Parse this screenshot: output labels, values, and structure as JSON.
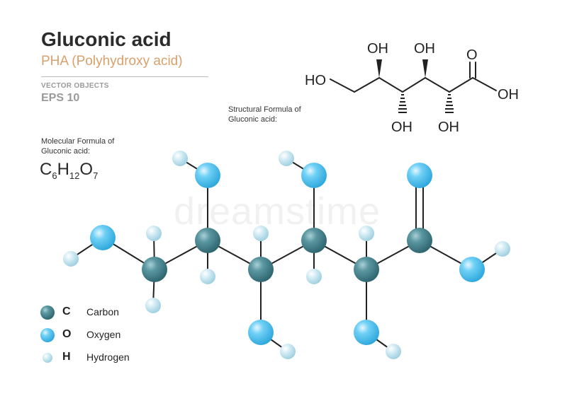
{
  "header": {
    "title": "Gluconic acid",
    "subtitle": "PHA  (Polyhydroxy acid)",
    "vector_label": "VECTOR OBJECTS",
    "eps_label": "EPS 10"
  },
  "structural": {
    "label_line1": "Structural  Formula of",
    "label_line2": "Gluconic acid:",
    "groups": {
      "ho_left": "HO",
      "oh_top1": "OH",
      "oh_top2": "OH",
      "o_top": "O",
      "oh_right": "OH",
      "oh_bot1": "OH",
      "oh_bot2": "OH"
    }
  },
  "molecular": {
    "label_line1": "Molecular Formula of",
    "label_line2": "Gluconic acid:",
    "formula": {
      "c": "C",
      "c_n": "6",
      "h": "H",
      "h_n": "12",
      "o": "O",
      "o_n": "7"
    }
  },
  "watermark": "dreamstime",
  "colors": {
    "carbon": "#4f8a94",
    "oxygen": "#5fc6f0",
    "hydrogen": "#bfe3ef",
    "accent": "#d9a06b"
  },
  "legend": [
    {
      "symbol": "C",
      "name": "Carbon"
    },
    {
      "symbol": "O",
      "name": "Oxygen"
    },
    {
      "symbol": "H",
      "name": "Hydrogen"
    }
  ]
}
